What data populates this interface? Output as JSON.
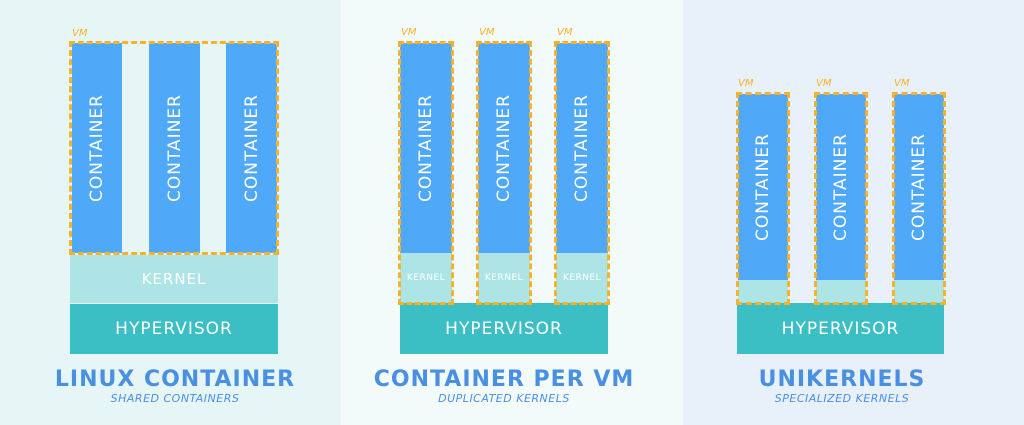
{
  "colors": {
    "container": "#50a8f8",
    "kernel": "#ade5e6",
    "hypervisor": "#3bbfc4",
    "vm_border": "#f8b12a",
    "title": "#4a90e2"
  },
  "labels": {
    "vm": "VM",
    "container": "CONTAINER",
    "kernel": "KERNEL",
    "hypervisor": "HYPERVISOR"
  },
  "panels": [
    {
      "title": "LINUX CONTAINER",
      "subtitle": "SHARED CONTAINERS"
    },
    {
      "title": "CONTAINER PER VM",
      "subtitle": "DUPLICATED KERNELS"
    },
    {
      "title": "UNIKERNELS",
      "subtitle": "SPECIALIZED KERNELS"
    }
  ]
}
